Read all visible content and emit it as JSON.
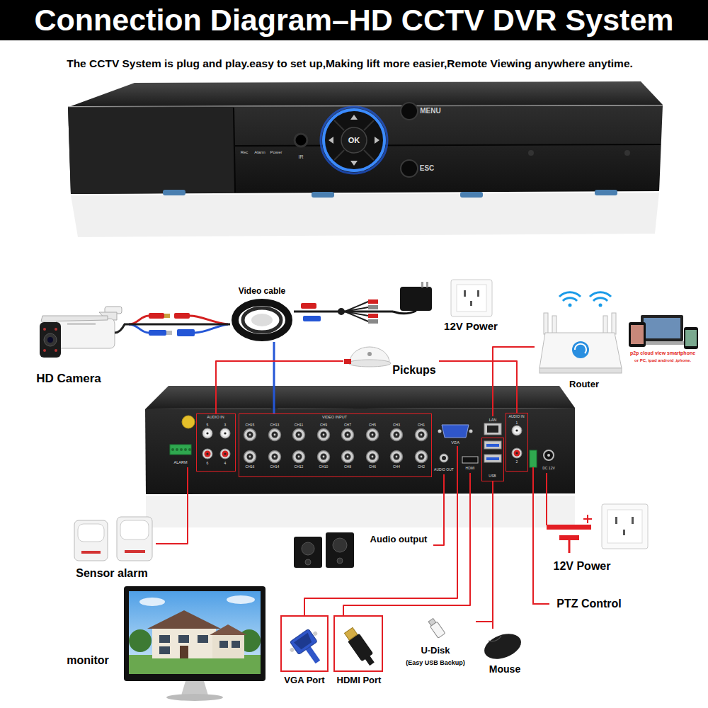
{
  "diagram": {
    "title": "Connection Diagram–HD CCTV DVR System",
    "caption": "The CCTV System is plug and play.easy to set up,Making lift more easier,Remote Viewing anywhere anytime.",
    "nodes": [
      {
        "text": [
          "HD Camera"
        ]
      },
      {
        "text": [
          "Video cable"
        ]
      },
      {
        "text": [
          "12V Power"
        ]
      },
      {
        "text": [
          "Pickups"
        ]
      },
      {
        "text": [
          "Router"
        ]
      },
      {
        "text": [
          "ALARM"
        ]
      },
      {
        "text": [
          "AUDIO IN"
        ]
      },
      {
        "text": [
          "VIDEO INPUT"
        ]
      },
      {
        "text": [
          "VGA"
        ]
      },
      {
        "text": [
          "AUDIO OUT"
        ]
      },
      {
        "text": [
          "HDMI"
        ]
      },
      {
        "text": [
          "LAN"
        ]
      },
      {
        "text": [
          "USB"
        ]
      },
      {
        "text": [
          "AUDIO IN"
        ]
      },
      {
        "text": [
          "DC 12V"
        ]
      },
      {
        "text": [
          "Sensor alarm"
        ]
      },
      {
        "text": [
          "Audio output"
        ]
      },
      {
        "text": [
          "12V Power"
        ]
      },
      {
        "text": [
          "PTZ Control"
        ]
      },
      {
        "text": [
          "monitor"
        ]
      },
      {
        "text": [
          "VGA Port"
        ]
      },
      {
        "text": [
          "HDMI Port"
        ]
      },
      {
        "text": [
          "U-Disk",
          "(Easy USB Backup)"
        ]
      },
      {
        "text": [
          "Mouse"
        ]
      }
    ],
    "edges": [
      {
        "from": 0,
        "to": 1,
        "arrow": "none"
      },
      {
        "from": 1,
        "to": 2,
        "arrow": "none"
      },
      {
        "from": 1,
        "to": 7,
        "arrow": "none"
      },
      {
        "from": 3,
        "to": 6,
        "arrow": "none"
      },
      {
        "from": 3,
        "to": 13,
        "arrow": "none"
      },
      {
        "from": 4,
        "to": 11,
        "arrow": "none"
      },
      {
        "from": 5,
        "to": 15,
        "arrow": "none"
      },
      {
        "from": 9,
        "to": 16,
        "arrow": "none"
      },
      {
        "from": 8,
        "to": 20,
        "arrow": "none"
      },
      {
        "from": 10,
        "to": 21,
        "arrow": "none"
      },
      {
        "from": 12,
        "to": 22,
        "arrow": "none"
      },
      {
        "from": 12,
        "to": 23,
        "arrow": "none"
      },
      {
        "from": 14,
        "to": 17,
        "arrow": "none"
      }
    ],
    "labels": [
      "MENU",
      "ESC",
      "OK",
      "Rec",
      "Alarm",
      "Power",
      "IR",
      "p2p cloud view smartphone",
      "or PC, ipad android ,iphone.",
      "CH15",
      "CH13",
      "CH11",
      "CH9",
      "CH7",
      "CH5",
      "CH3",
      "CH1",
      "CH16",
      "CH14",
      "CH12",
      "CH10",
      "CH8",
      "CH6",
      "CH4",
      "CH2",
      "5",
      "3",
      "6",
      "4",
      "1",
      "2"
    ]
  }
}
